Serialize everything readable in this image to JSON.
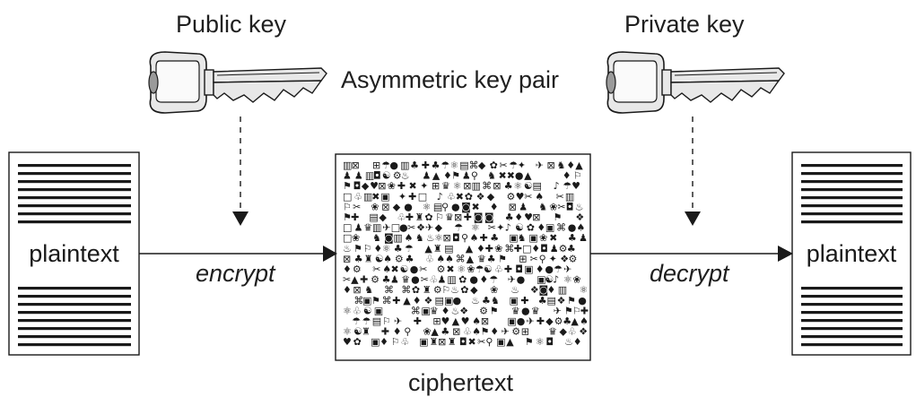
{
  "labels": {
    "public_key": "Public key",
    "private_key": "Private key",
    "key_pair": "Asymmetric key pair",
    "plaintext_left": "plaintext",
    "plaintext_right": "plaintext",
    "encrypt": "encrypt",
    "decrypt": "decrypt",
    "ciphertext": "ciphertext"
  },
  "cipher_glyphs": "♦♪♣◆✚▲⚲♣◙●♦♠♥♧◘□⊞⊠✦✖▣▤▥♨✂✈☂☯⚑⚐⌘♛♜♞♟✿❀❖⚙⚛",
  "colors": {
    "stroke": "#1a1a1a",
    "key_fill": "#e8e8e8",
    "key_dark": "#9a9a9a"
  }
}
